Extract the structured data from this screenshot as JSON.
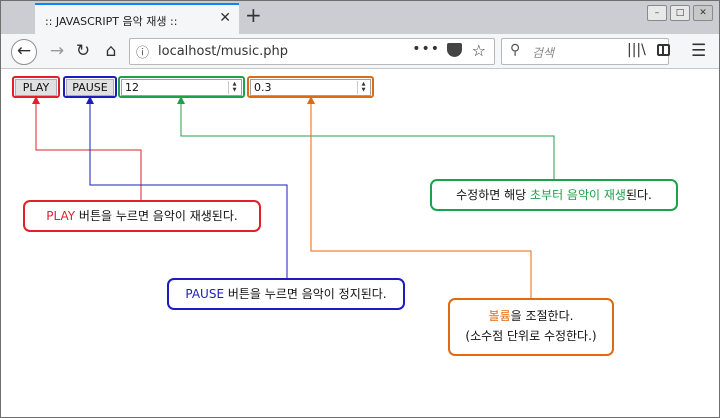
{
  "browser": {
    "tab_title": ":: JAVASCRIPT 음악 재생 ::",
    "tab_close": "✕",
    "new_tab": "+",
    "window_buttons": [
      "–",
      "□",
      "✕"
    ],
    "url": "localhost/music.php",
    "url_menu": "•••",
    "search_placeholder": "검색",
    "icons": [
      "back-arrow-icon",
      "forward-arrow-icon",
      "reload-icon",
      "home-icon",
      "info-icon",
      "pocket-icon",
      "star-icon",
      "search-icon",
      "library-icon",
      "sidebar-icon",
      "menu-icon"
    ]
  },
  "controls": {
    "play_label": "PLAY",
    "pause_label": "PAUSE",
    "start_value": "12",
    "volume_value": "0.3"
  },
  "callouts": {
    "play": {
      "em": "PLAY",
      "text": " 버튼을 누르면 음악이 재생된다."
    },
    "pause": {
      "em": "PAUSE",
      "text": " 버튼을 누르면 음악이 정지된다."
    },
    "start": {
      "pre": "수정하면 해당 ",
      "em": "초부터 음악이 재생",
      "post": "된다."
    },
    "volume": {
      "em": "볼륨",
      "post": "을 조절한다.",
      "line2": "(소수점 단위로 수정한다.)"
    }
  },
  "colors": {
    "play": "#e0202a",
    "pause": "#1d1dbe",
    "start": "#1fa04a",
    "volume": "#e06a12",
    "tab_accent": "#0a84ff"
  }
}
